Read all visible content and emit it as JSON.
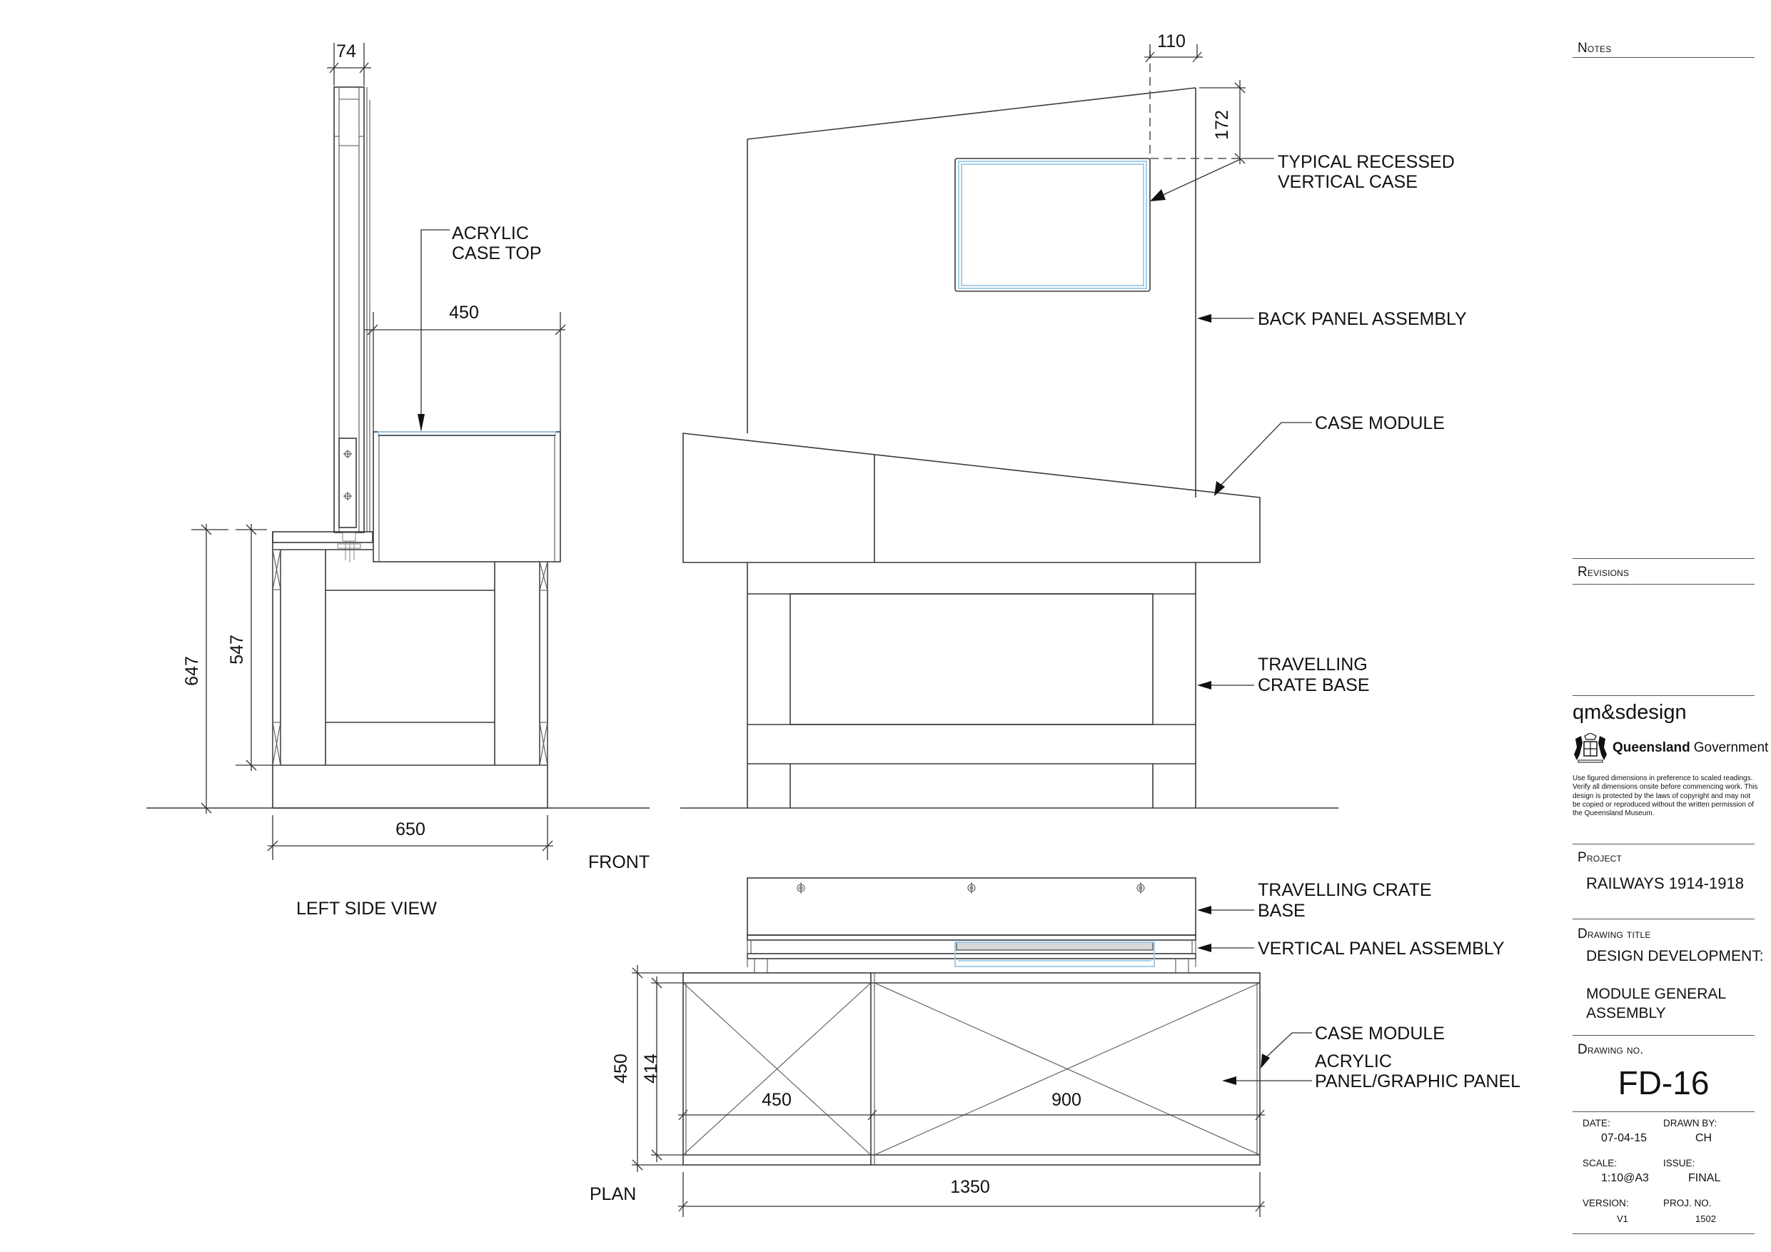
{
  "title_block": {
    "notes_label": "Notes",
    "revisions_label": "Revisions",
    "company": "qm&sdesign",
    "government_logo_bold": "Queensland",
    "government_logo_regular": "Government",
    "disclaimer": "Use figured dimensions in preference to scaled readings.  Verify all dimensions onsite before commencing work.  This design is protected by the laws of copyright and may not be copied or reproduced without the written permission of the Queensland Museum.",
    "project_label": "Project",
    "project_value": "RAILWAYS 1914-1918",
    "drawing_title_label": "Drawing title",
    "drawing_title_line1": "DESIGN DEVELOPMENT:",
    "drawing_title_line2": "MODULE GENERAL",
    "drawing_title_line3": "ASSEMBLY",
    "drawing_no_label": "Drawing no.",
    "drawing_no_value": "FD-16",
    "date_label": "DATE:",
    "date_value": "07-04-15",
    "drawn_by_label": "DRAWN BY:",
    "drawn_by_value": "CH",
    "scale_label": "SCALE:",
    "scale_value": "1:10@A3",
    "issue_label": "ISSUE:",
    "issue_value": "FINAL",
    "version_label": "VERSION:",
    "version_value": "V1",
    "proj_no_label": "PROJ. NO.",
    "proj_no_value": "1502"
  },
  "views": {
    "left_side": {
      "title": "LEFT SIDE VIEW",
      "dims": {
        "panel_thickness": "74",
        "case_depth": "450",
        "overall_height": "647",
        "base_height": "547",
        "base_depth": "650"
      },
      "labels": {
        "acrylic_line1": "ACRYLIC",
        "acrylic_line2": "CASE TOP"
      }
    },
    "front": {
      "title": "FRONT",
      "dims": {
        "case_offset": "110",
        "case_top_offset": "172"
      },
      "labels": {
        "recessed_line1": "TYPICAL RECESSED",
        "recessed_line2": "VERTICAL CASE",
        "back_panel": "BACK PANEL ASSEMBLY",
        "case_module": "CASE MODULE",
        "crate_line1": "TRAVELLING",
        "crate_line2": "CRATE BASE"
      }
    },
    "plan": {
      "title": "PLAN",
      "dims": {
        "overall_width": "1350",
        "left_bay": "450",
        "right_bay": "900",
        "overall_depth": "450",
        "inner_depth": "414"
      },
      "labels": {
        "crate_line1": "TRAVELLING CRATE",
        "crate_line2": "BASE",
        "vertical_panel": "VERTICAL PANEL ASSEMBLY",
        "case_module": "CASE MODULE",
        "acrylic_line1": "ACRYLIC",
        "acrylic_line2": "PANEL/GRAPHIC PANEL"
      }
    }
  },
  "colors": {
    "line": "#3a3a3a",
    "glazing": "#9cc9e6",
    "text": "#111111"
  }
}
